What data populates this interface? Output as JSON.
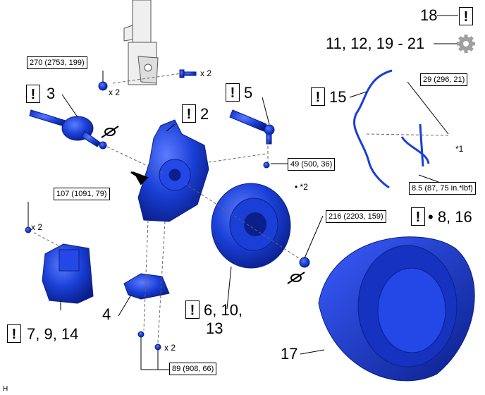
{
  "labels": {
    "part_18": "18",
    "parts_11_12_19_21": "11, 12, 19 - 21",
    "part_3": "3",
    "part_2": "2",
    "part_5": "5",
    "part_15": "15",
    "parts_8_16": "• 8, 16",
    "part_4": "4",
    "parts_6_10": "6, 10,",
    "parts_6_10_13": "13",
    "parts_7_9_14": "7, 9, 14",
    "part_17": "17",
    "warning_mark": "!",
    "corner_mark": "H"
  },
  "torques": {
    "t270": "270 (2753, 199)",
    "t107": "107 (1091, 79)",
    "t49": "49 (500, 36)",
    "t29": "29 (296, 21)",
    "t8_5": "8.5 (87, 75 in.*lbf)",
    "t216": "216 (2203, 159)",
    "t89": "89 (908, 66)"
  },
  "multipliers": {
    "m_strut_bolt": "x 2",
    "m_strut_nut": "x 2",
    "m_caliper": "x 2",
    "m_bracket": "x 2"
  },
  "notes": {
    "star1": "*1",
    "star2": "• *2"
  },
  "icons": [
    "warning-icon",
    "gear-icon",
    "no-reuse-icon",
    "pointer-arrow-icon"
  ],
  "colors": {
    "part_fill": "#1a3fd6",
    "part_shadow": "#0a1f8a",
    "strut_gray": "#e0e0e0"
  }
}
